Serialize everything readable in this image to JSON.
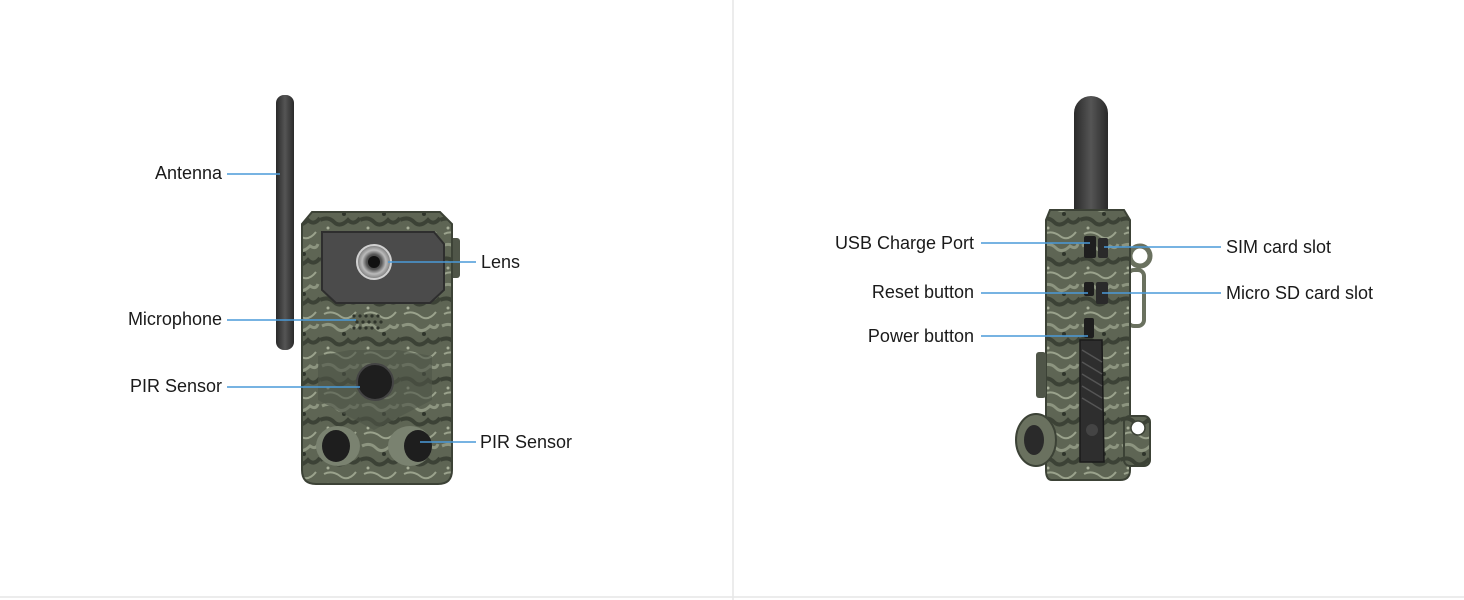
{
  "colors": {
    "leader_line": "#4a9ad8",
    "divider": "#e6e6e6",
    "camo_base": "#5e6554",
    "camo_dark": "#3c4236",
    "camo_light": "#8d9580",
    "antenna": "#3a3a3a",
    "lens_panel": "#4b4b4b",
    "sensor": "#1e1e1e"
  },
  "front_view": {
    "labels": {
      "antenna": "Antenna",
      "lens": "Lens",
      "microphone": "Microphone",
      "pir_sensor_center": "PIR Sensor",
      "pir_sensor_bottom": "PIR Sensor"
    }
  },
  "side_view": {
    "labels": {
      "usb_charge_port": "USB Charge Port",
      "reset_button": "Reset button",
      "power_button": "Power button",
      "sim_card_slot": "SIM card slot",
      "micro_sd_card_slot": "Micro SD card slot"
    }
  }
}
